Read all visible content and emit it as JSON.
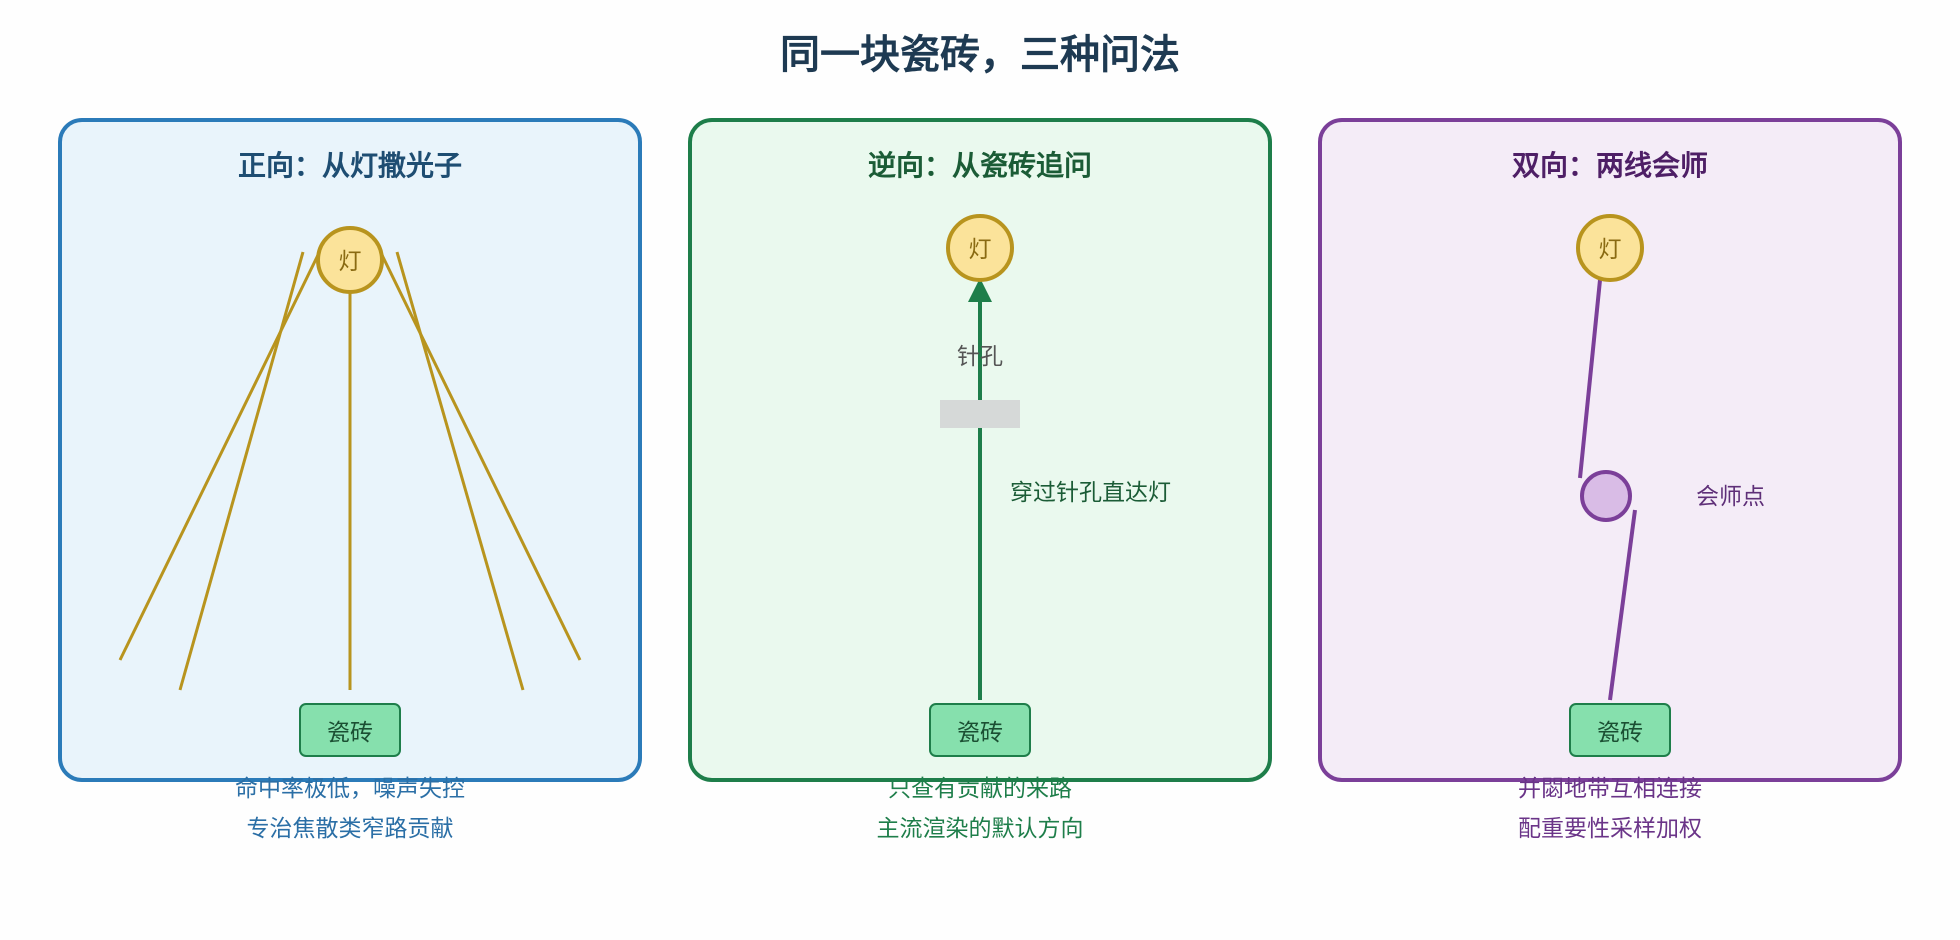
{
  "title": "同一块瓷砖，三种问法",
  "panels": [
    {
      "title": "正向：从灯撒光子",
      "lamp": "灯",
      "tile": "瓷砖",
      "captions": [
        "命中率极低，噪声失控",
        "专治焦散类窄路贡献"
      ]
    },
    {
      "title": "逆向：从瓷砖追问",
      "lamp": "灯",
      "tile": "瓷砖",
      "pinhole_label": "针孔",
      "path_label": "穿过针孔直达灯",
      "captions": [
        "只查有贡献的来路",
        "主流渲染的默认方向"
      ]
    },
    {
      "title": "双向：两线会师",
      "lamp": "灯",
      "tile": "瓷砖",
      "meet_label": "会师点",
      "captions": [
        "并閟地带互相连接",
        "配重要性采样加权"
      ]
    }
  ],
  "colors": {
    "blue": "#2b7bb9",
    "green": "#1e7e4a",
    "purple": "#7b3f99",
    "lamp_fill": "#fbe39a",
    "lamp_stroke": "#b8941e",
    "tile_fill": "#86e0ad",
    "meet_fill": "#d9bce6"
  }
}
